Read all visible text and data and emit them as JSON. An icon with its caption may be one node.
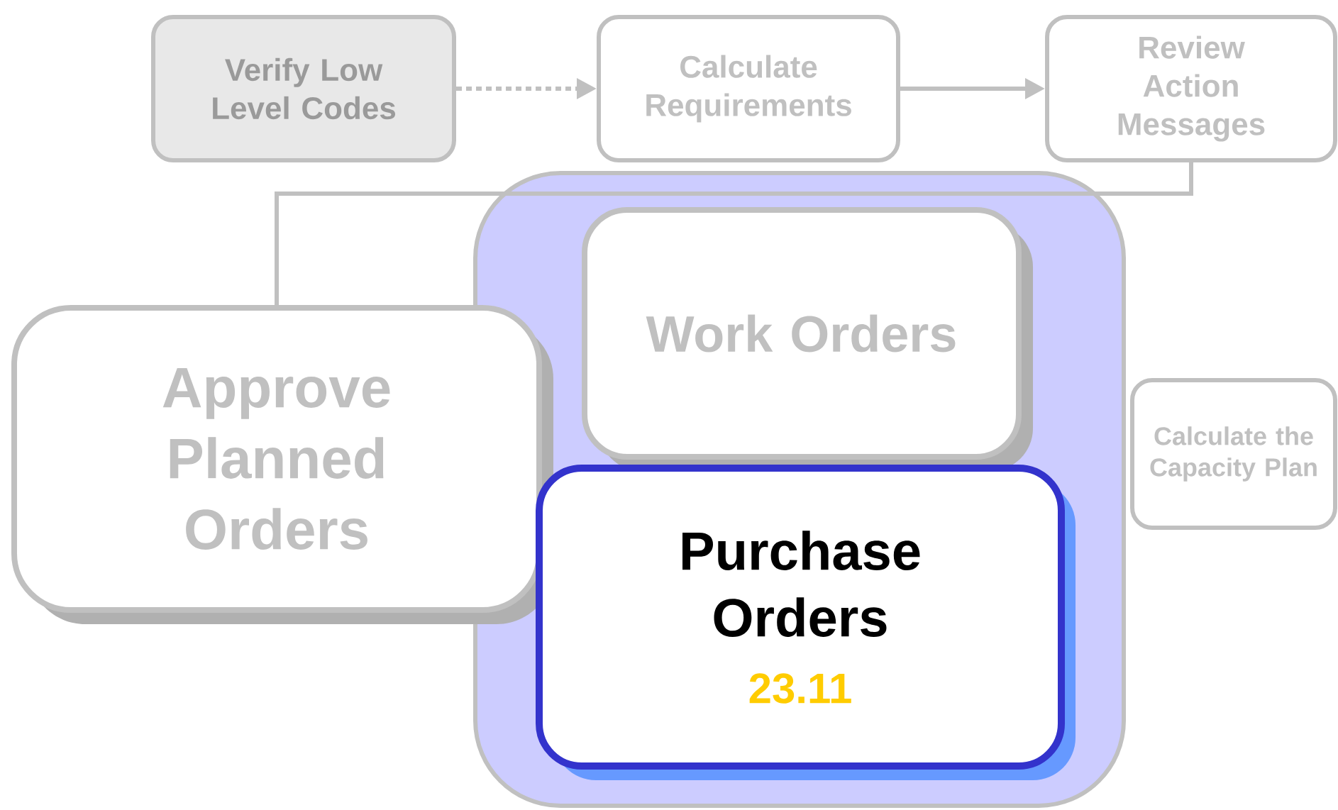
{
  "diagram": {
    "nodes": [
      {
        "text": [
          "Verify Low Level Codes"
        ]
      },
      {
        "text": [
          "Calculate Requirements"
        ]
      },
      {
        "text": [
          "Review Action Messages"
        ]
      },
      {
        "text": [
          "Approve Planned Orders"
        ]
      },
      {
        "text": [],
        "shape": "box"
      },
      {
        "text": [
          "Work Orders"
        ],
        "in": 4
      },
      {
        "text": [
          "Purchase Orders",
          "23.11"
        ],
        "in": 4
      },
      {
        "text": [
          "Calculate the Capacity Plan"
        ]
      }
    ],
    "edges": [
      {
        "from": 0,
        "to": 1,
        "arrow": "to",
        "style": "dashed"
      },
      {
        "from": 1,
        "to": 2,
        "arrow": "to"
      },
      {
        "from": 2,
        "to": 3,
        "arrow": "none"
      }
    ]
  }
}
